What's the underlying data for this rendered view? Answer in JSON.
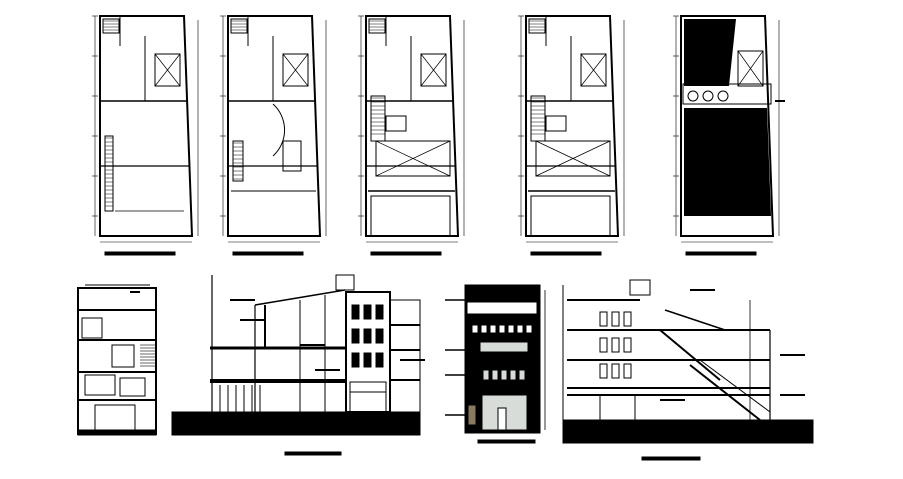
{
  "colors": {
    "background": "#ffffff",
    "ink": "#000000",
    "glazing": "#d8dcd8"
  },
  "sheet": {
    "floor_plan_count": 5,
    "section_count": 2,
    "elevation_count": 2
  }
}
